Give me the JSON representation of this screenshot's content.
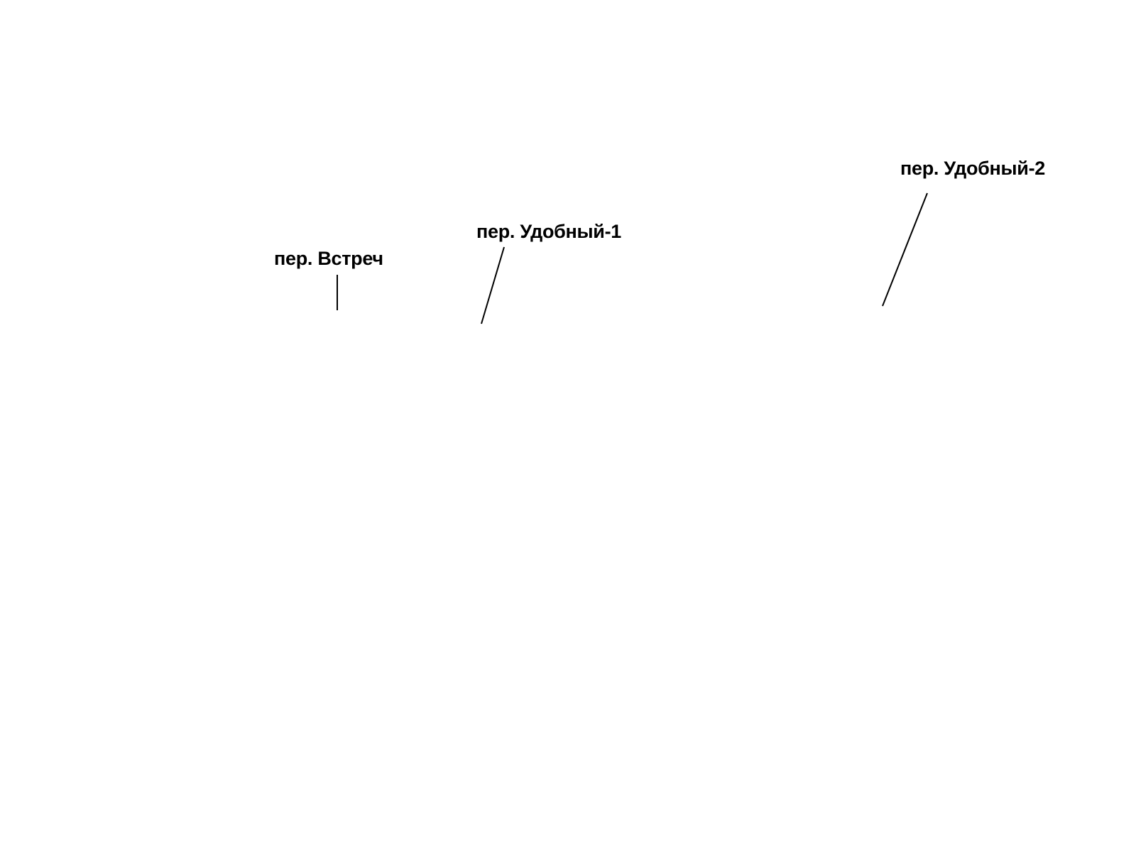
{
  "map": {
    "background": "#ffffff",
    "label_color": "#000000",
    "street_labels": [
      {
        "text": "пер. Встреч"
      },
      {
        "text": "пер. Удобный-1"
      },
      {
        "text": "пер. Удобный-2"
      }
    ]
  }
}
